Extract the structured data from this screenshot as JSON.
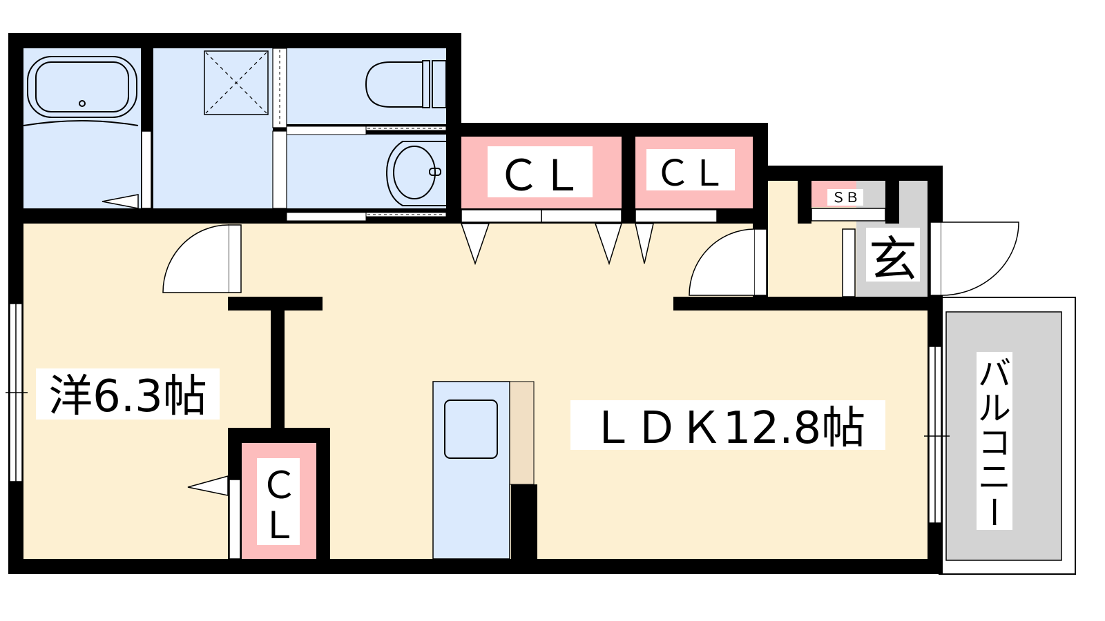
{
  "colors": {
    "wet_area": "#dbeafd",
    "living": "#fdf0d2",
    "closet": "#fdbdbd",
    "entrance": "#d3d3d3",
    "balcony": "#d3d3d3",
    "wall": "#000000"
  },
  "rooms": {
    "western_room": "洋6.3帖",
    "ldk": "ＬＤＫ12.8帖",
    "closet_top_1": "ＣＬ",
    "closet_top_2": "ＣＬ",
    "closet_bottom_line1": "Ｃ",
    "closet_bottom_line2": "Ｌ",
    "shoe_box": "ＳＢ",
    "entrance": "玄",
    "balcony": [
      "バ",
      "ル",
      "コ",
      "ニ",
      "ー"
    ]
  }
}
